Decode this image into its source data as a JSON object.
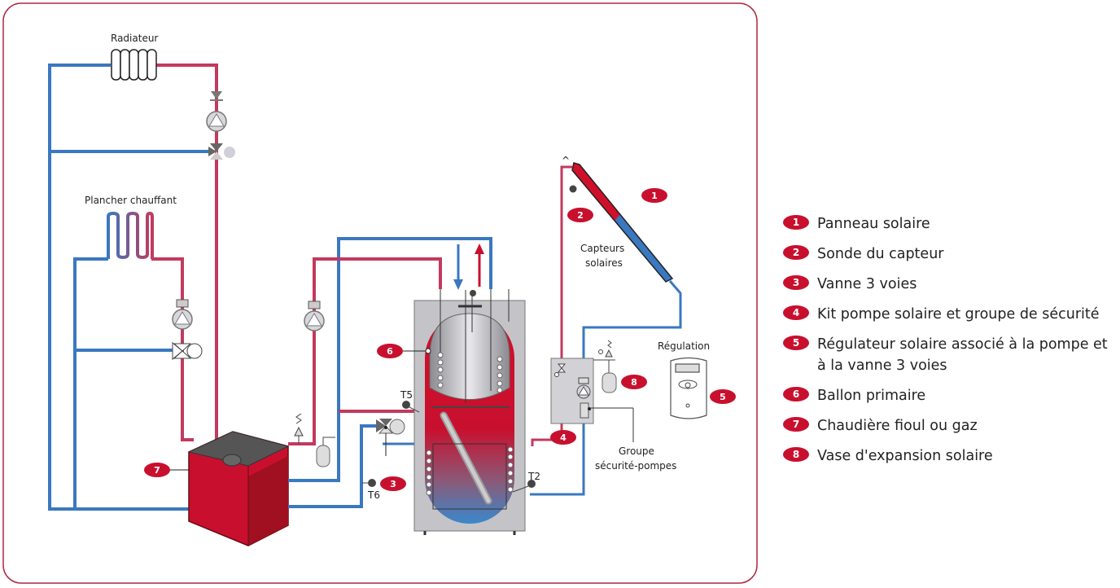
{
  "colors": {
    "hot_pipe": "#c23a5e",
    "cold_pipe": "#3a78c0",
    "badge": "#c8102e",
    "frame": "#b0273f",
    "tank_casing": "#c4c4c8",
    "boiler": "#c8102e"
  },
  "labels": {
    "radiateur": "Radiateur",
    "plancher": "Plancher chauffant",
    "capteurs_line1": "Capteurs",
    "capteurs_line2": "solaires",
    "regulation": "Régulation",
    "groupe_line1": "Groupe",
    "groupe_line2": "sécurité-pompes",
    "t5": "T5",
    "t6": "T6",
    "t2": "T2"
  },
  "badges": [
    "1",
    "2",
    "3",
    "4",
    "5",
    "6",
    "7",
    "8"
  ],
  "legend": [
    {
      "num": "1",
      "text": "Panneau solaire"
    },
    {
      "num": "2",
      "text": "Sonde du capteur"
    },
    {
      "num": "3",
      "text": "Vanne 3 voies"
    },
    {
      "num": "4",
      "text": "Kit pompe solaire et groupe de sécurité"
    },
    {
      "num": "5",
      "text": "Régulateur solaire associé à la pompe et à la vanne 3 voies"
    },
    {
      "num": "6",
      "text": "Ballon primaire"
    },
    {
      "num": "7",
      "text": "Chaudière fioul ou gaz"
    },
    {
      "num": "8",
      "text": "Vase d'expansion solaire"
    }
  ]
}
